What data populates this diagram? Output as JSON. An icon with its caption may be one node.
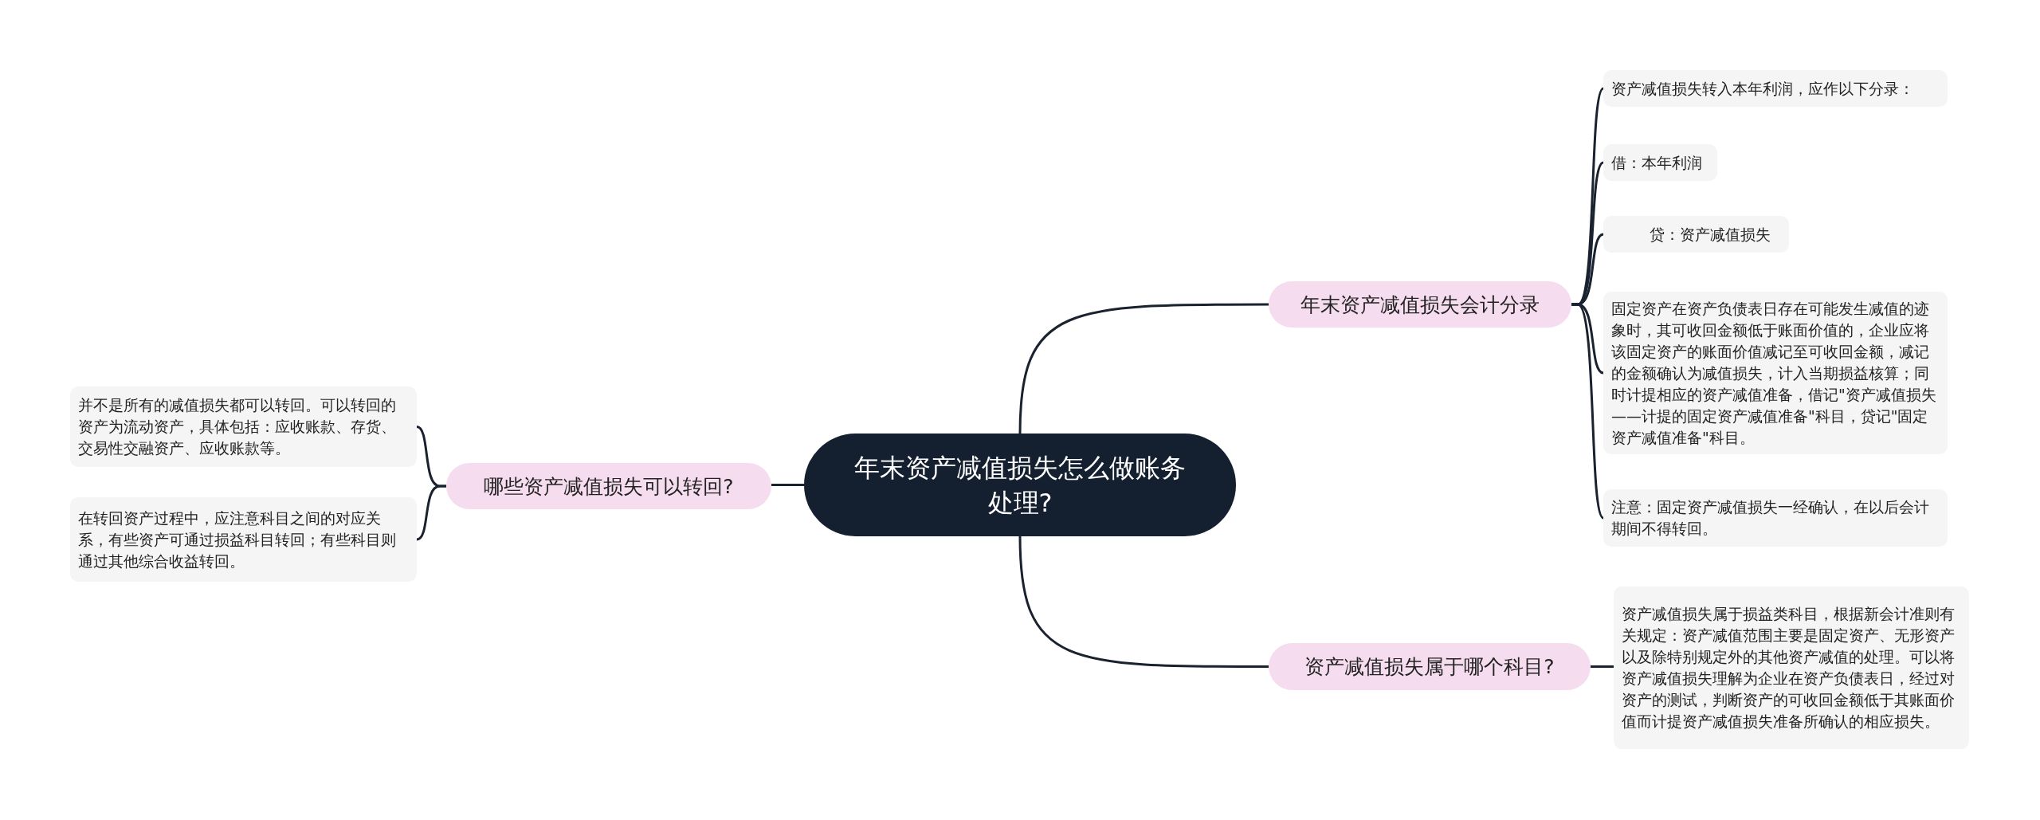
{
  "diagram": {
    "nodes": [
      {
        "text": [
          "年末资产减值损失怎么做账务处理?"
        ]
      },
      {
        "text": [
          "年末资产减值损失会计分录"
        ]
      },
      {
        "text": [
          "资产减值损失转入本年利润，应作以下分录："
        ]
      },
      {
        "text": [
          "借：本年利润"
        ]
      },
      {
        "text": [
          "贷：资产减值损失"
        ]
      },
      {
        "text": [
          "固定资产在资产负债表日存在可能发生减值的迹象时，其可收回金额低于账面价值的，企业应将该固定资产的账面价值减记至可收回金额，减记的金额确认为减值损失，计入当期损益核算；同时计提相应的资产减值准备，借记\"资产减值损失——计提的固定资产减值准备\"科目，贷记\"固定资产减值准备\"科目。"
        ]
      },
      {
        "text": [
          "注意：固定资产减值损失一经确认，在以后会计期间不得转回。"
        ]
      },
      {
        "text": [
          "资产减值损失属于哪个科目?"
        ]
      },
      {
        "text": [
          "资产减值损失属于损益类科目，根据新会计准则有关规定：资产减值范围主要是固定资产、无形资产以及除特别规定外的其他资产减值的处理。可以将资产减值损失理解为企业在资产负债表日，经过对资产的测试，判断资产的可收回金额低于其账面价值而计提资产减值损失准备所确认的相应损失。"
        ]
      },
      {
        "text": [
          "哪些资产减值损失可以转回?"
        ]
      },
      {
        "text": [
          "并不是所有的减值损失都可以转回。可以转回的资产为流动资产，具体包括：应收账款、存货、交易性交融资产、应收账款等。"
        ]
      },
      {
        "text": [
          "在转回资产过程中，应注意科目之间的对应关系，有些资产可通过损益科目转回；有些科目则通过其他综合收益转回。"
        ]
      }
    ],
    "edges": [
      {
        "from": 0,
        "to": 1,
        "arrow": "none"
      },
      {
        "from": 1,
        "to": 2,
        "arrow": "none"
      },
      {
        "from": 1,
        "to": 3,
        "arrow": "none"
      },
      {
        "from": 1,
        "to": 4,
        "arrow": "none"
      },
      {
        "from": 1,
        "to": 5,
        "arrow": "none"
      },
      {
        "from": 1,
        "to": 6,
        "arrow": "none"
      },
      {
        "from": 0,
        "to": 7,
        "arrow": "none"
      },
      {
        "from": 7,
        "to": 8,
        "arrow": "none"
      },
      {
        "from": 0,
        "to": 9,
        "arrow": "none"
      },
      {
        "from": 9,
        "to": 10,
        "arrow": "none"
      },
      {
        "from": 9,
        "to": 11,
        "arrow": "none"
      }
    ]
  }
}
